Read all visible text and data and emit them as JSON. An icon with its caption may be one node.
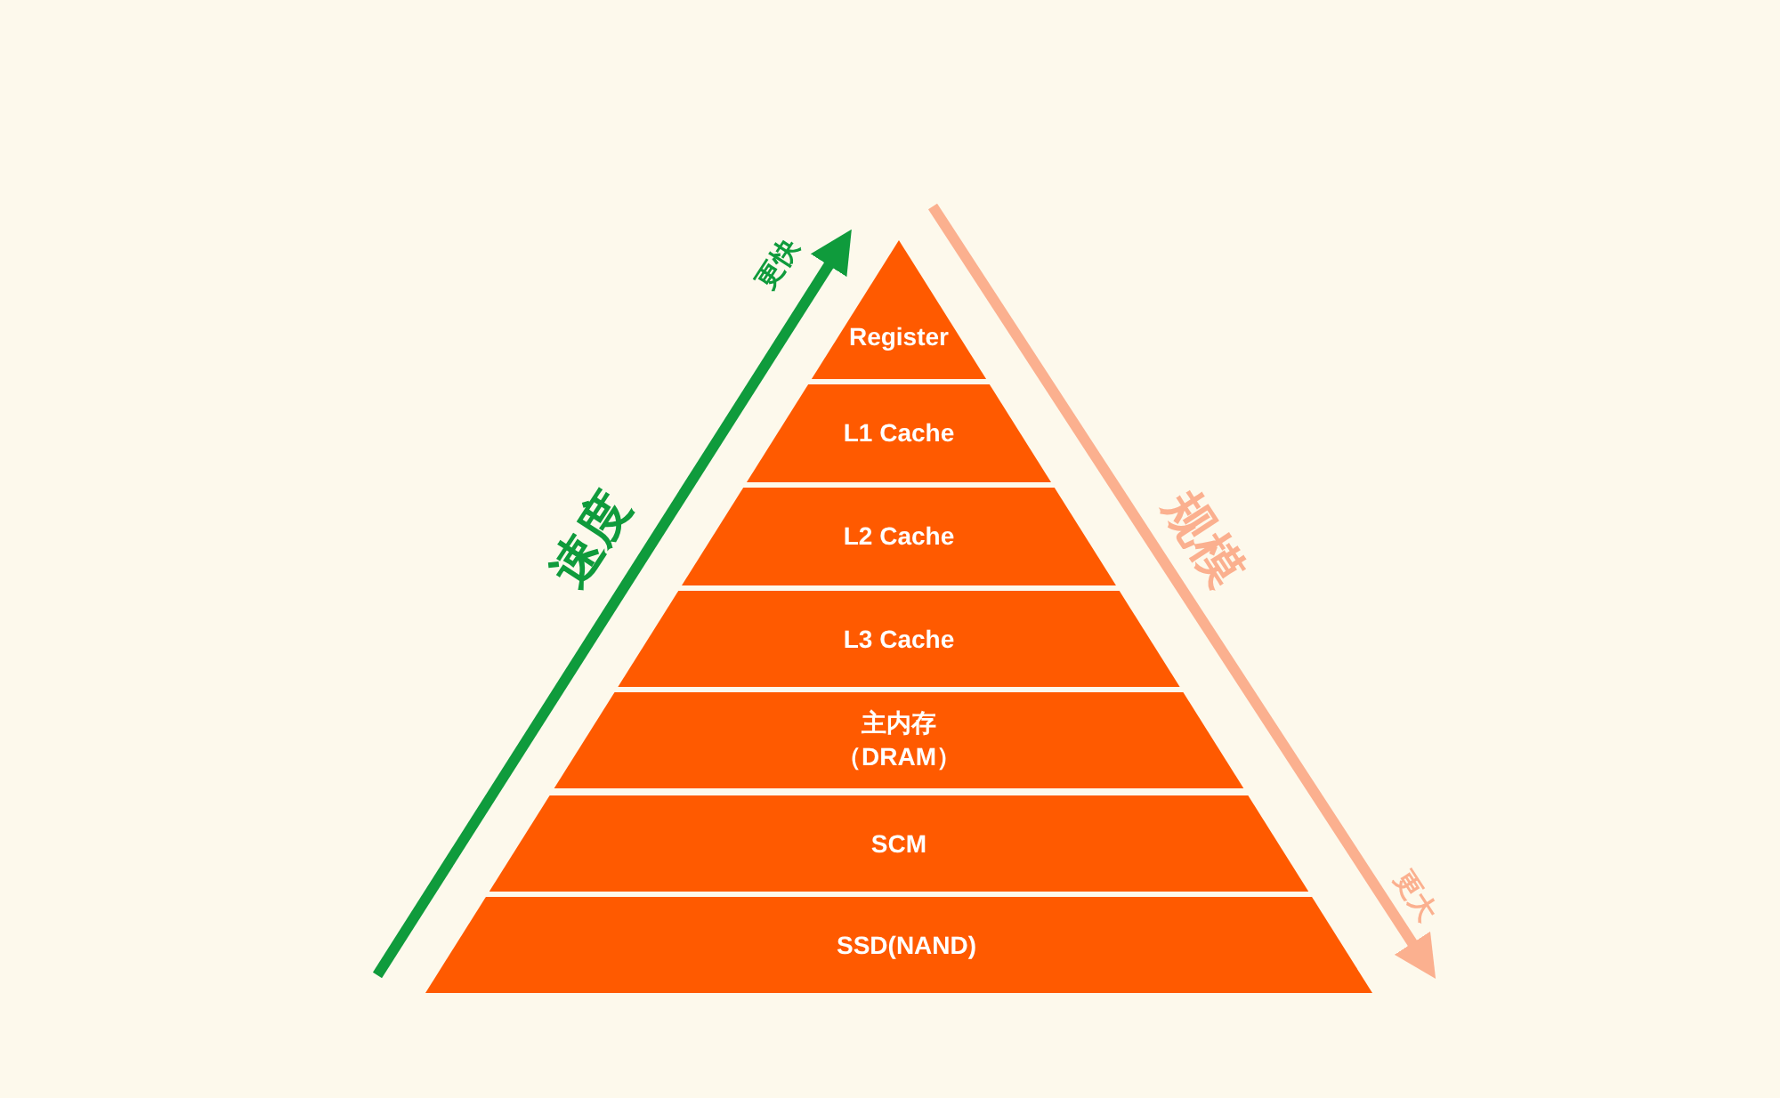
{
  "diagram": {
    "nodes": [
      {
        "text": [
          "Register"
        ]
      },
      {
        "text": [
          "L1 Cache"
        ]
      },
      {
        "text": [
          "L2 Cache"
        ]
      },
      {
        "text": [
          "L3 Cache"
        ]
      },
      {
        "text": [
          "主内存（DRAM）"
        ]
      },
      {
        "text": [
          "SCM"
        ]
      },
      {
        "text": [
          "SSD(NAND)"
        ]
      }
    ],
    "labels": [
      "更快",
      "速度",
      "规模",
      "更大"
    ]
  }
}
